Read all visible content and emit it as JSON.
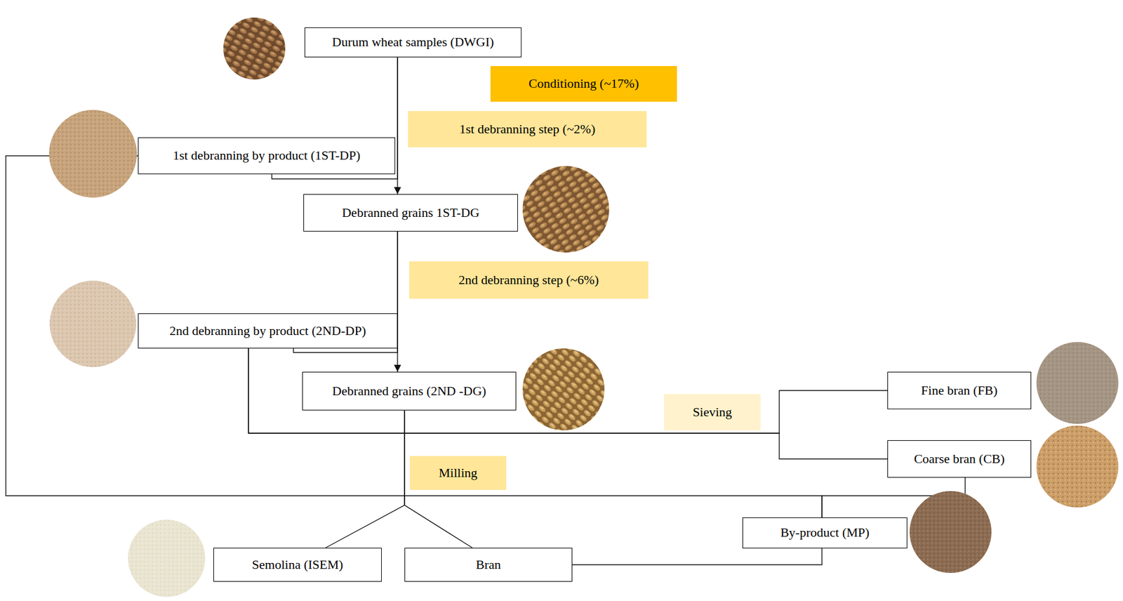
{
  "diagram": {
    "nodes": [
      {
        "text": [
          "Durum wheat samples (DWGI)"
        ]
      },
      {
        "text": [
          "Conditioning (~17%)"
        ]
      },
      {
        "text": [
          "1st debranning step (~2%)"
        ]
      },
      {
        "text": [
          "1st debranning by product (1ST-DP)"
        ]
      },
      {
        "text": [
          "Debranned grains 1ST-DG"
        ]
      },
      {
        "text": [
          "2nd debranning step (~6%)"
        ]
      },
      {
        "text": [
          "2nd debranning by product (2ND-DP)"
        ]
      },
      {
        "text": [
          "Debranned grains (2ND -DG)"
        ]
      },
      {
        "text": [
          "Sieving"
        ]
      },
      {
        "text": [
          "Fine bran (FB)"
        ]
      },
      {
        "text": [
          "Coarse bran (CB)"
        ]
      },
      {
        "text": [
          "Milling"
        ]
      },
      {
        "text": [
          "By-product (MP)"
        ]
      },
      {
        "text": [
          "Semolina (ISEM)"
        ]
      },
      {
        "text": [
          "Bran"
        ]
      }
    ],
    "edges": [
      {
        "from": 0,
        "to": 4,
        "arrow": "to"
      },
      {
        "from": 0,
        "to": 3,
        "arrow": "none"
      },
      {
        "from": 4,
        "to": 7,
        "arrow": "to"
      },
      {
        "from": 4,
        "to": 6,
        "arrow": "none"
      },
      {
        "from": 6,
        "to": 9,
        "arrow": "none"
      },
      {
        "from": 6,
        "to": 10,
        "arrow": "none"
      },
      {
        "from": 3,
        "to": 12,
        "arrow": "none"
      },
      {
        "from": 10,
        "to": 12,
        "arrow": "none"
      },
      {
        "from": 7,
        "to": 13,
        "arrow": "none"
      },
      {
        "from": 7,
        "to": 14,
        "arrow": "none"
      },
      {
        "from": 14,
        "to": 12,
        "arrow": "none"
      }
    ]
  }
}
